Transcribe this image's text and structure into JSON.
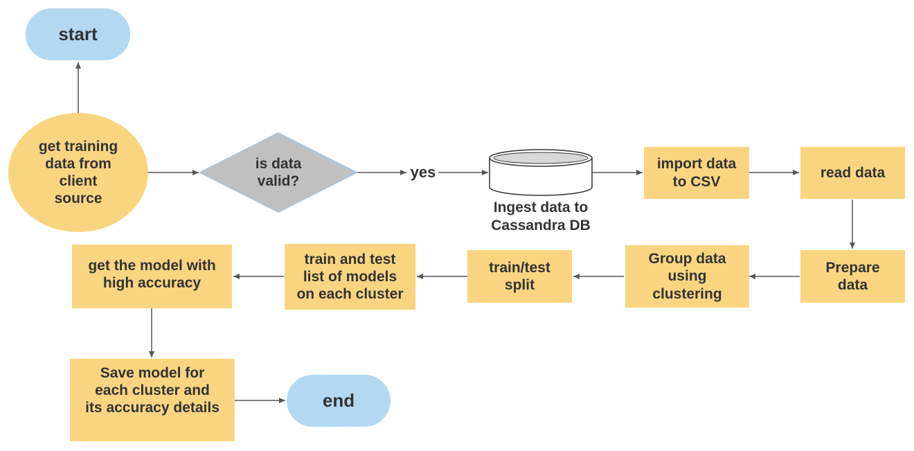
{
  "colors": {
    "process": "#fad581",
    "terminal": "#b3d8f1",
    "decision": "#c0c0c0",
    "edge": "#555555",
    "text": "#333333"
  },
  "nodes": {
    "start": "start",
    "get_training_data": "get training\ndata from\nclient\nsource",
    "is_data_valid": "is data\nvalid?",
    "ingest_db": "Ingest data to\nCassandra DB",
    "import_csv": "import data\nto CSV",
    "read_data": "read data",
    "prepare_data": "Prepare\ndata",
    "group_data": "Group data\nusing\nclustering",
    "train_test_split": "train/test\nsplit",
    "train_models": "train and test\nlist of  models\non each cluster",
    "best_model": "get the model with\nhigh accuracy",
    "save_model": "Save model for\neach cluster and\nits accuracy details",
    "end": "end"
  },
  "edges": {
    "yes_label": "yes"
  }
}
